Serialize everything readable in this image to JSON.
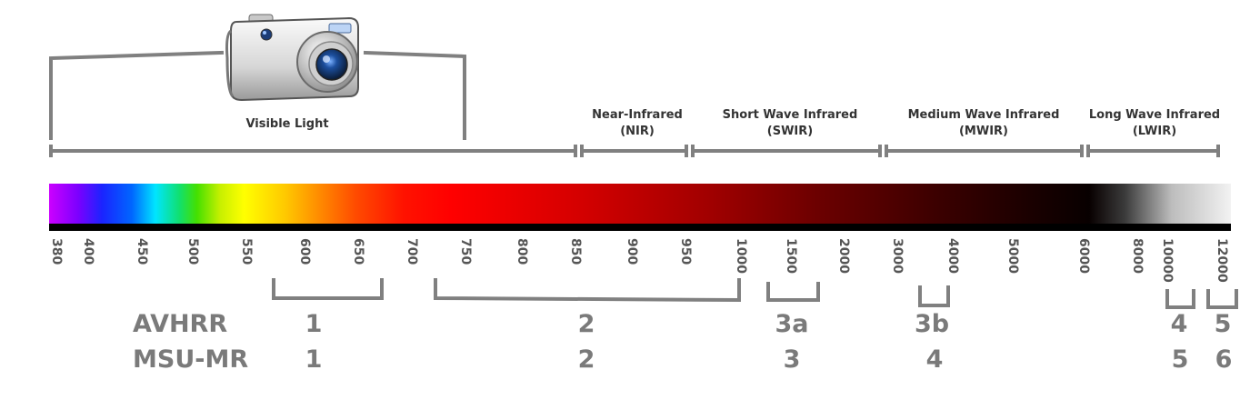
{
  "bands": [
    {
      "id": "visible",
      "lines": [
        "Visible Light"
      ]
    },
    {
      "id": "nir",
      "lines": [
        "Near-Infrared",
        "(NIR)"
      ]
    },
    {
      "id": "swir",
      "lines": [
        "Short Wave Infrared",
        "(SWIR)"
      ]
    },
    {
      "id": "mwir",
      "lines": [
        "Medium Wave Infrared",
        "(MWIR)"
      ]
    },
    {
      "id": "lwir",
      "lines": [
        "Long Wave Infrared",
        "(LWIR)"
      ]
    }
  ],
  "wavelength_ticks": [
    "380",
    "400",
    "450",
    "500",
    "550",
    "600",
    "650",
    "700",
    "750",
    "800",
    "850",
    "900",
    "950",
    "1000",
    "1500",
    "2000",
    "3000",
    "4000",
    "5000",
    "6000",
    "8000",
    "10000",
    "12000"
  ],
  "sensors": [
    {
      "name": "AVHRR",
      "channels": [
        "1",
        "2",
        "3a",
        "3b",
        "4",
        "5"
      ]
    },
    {
      "name": "MSU-MR",
      "channels": [
        "1",
        "2",
        "3",
        "4",
        "5",
        "6"
      ]
    }
  ],
  "colors": {
    "bracket": "#808080",
    "label": "#7a7a7a",
    "title": "#333333",
    "tick_text": "#555555"
  },
  "icons": {
    "camera": "camera-icon"
  }
}
